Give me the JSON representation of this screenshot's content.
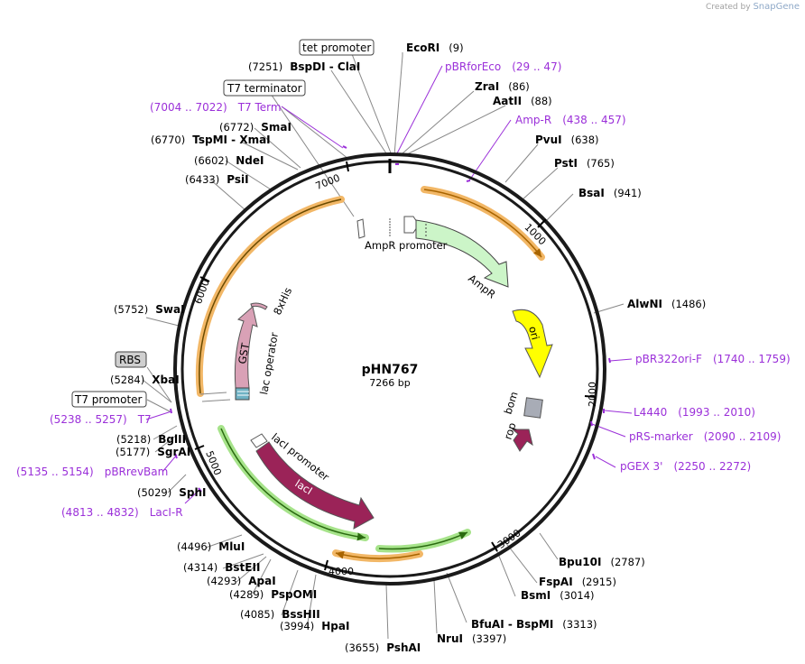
{
  "credit": {
    "prefix": "Created by",
    "brand": "SnapGene"
  },
  "plasmid": {
    "name": "pHN767",
    "size": "7266 bp",
    "length": 7266
  },
  "colors": {
    "backbone": "#1a1a1a",
    "primer": "#9b30d9",
    "orange": "#f2b766",
    "green": "#a6e38a"
  },
  "ticks": [
    "1000",
    "2000",
    "3000",
    "4000",
    "5000",
    "6000",
    "7000"
  ],
  "enzymes": [
    {
      "name": "EcoRI",
      "pos": "(9)",
      "side": "R"
    },
    {
      "name": "ZraI",
      "pos": "(86)",
      "side": "R"
    },
    {
      "name": "AatII",
      "pos": "(88)",
      "side": "R"
    },
    {
      "name": "PvuI",
      "pos": "(638)",
      "side": "R"
    },
    {
      "name": "PstI",
      "pos": "(765)",
      "side": "R"
    },
    {
      "name": "BsaI",
      "pos": "(941)",
      "side": "R"
    },
    {
      "name": "AlwNI",
      "pos": "(1486)",
      "side": "R"
    },
    {
      "name": "Bpu10I",
      "pos": "(2787)",
      "side": "R"
    },
    {
      "name": "FspAI",
      "pos": "(2915)",
      "side": "R"
    },
    {
      "name": "BsmI",
      "pos": "(3014)",
      "side": "R"
    },
    {
      "name": "BfuAI - BspMI",
      "pos": "(3313)",
      "side": "R"
    },
    {
      "name": "NruI",
      "pos": "(3397)",
      "side": "R"
    },
    {
      "name": "PshAI",
      "pos": "(3655)",
      "side": "L"
    },
    {
      "name": "HpaI",
      "pos": "(3994)",
      "side": "L"
    },
    {
      "name": "BssHII",
      "pos": "(4085)",
      "side": "L"
    },
    {
      "name": "PspOMI",
      "pos": "(4289)",
      "side": "L"
    },
    {
      "name": "ApaI",
      "pos": "(4293)",
      "side": "L"
    },
    {
      "name": "BstEII",
      "pos": "(4314)",
      "side": "L"
    },
    {
      "name": "MluI",
      "pos": "(4496)",
      "side": "L"
    },
    {
      "name": "SphI",
      "pos": "(5029)",
      "side": "L"
    },
    {
      "name": "SgrAI",
      "pos": "(5177)",
      "side": "L"
    },
    {
      "name": "BglII",
      "pos": "(5218)",
      "side": "L"
    },
    {
      "name": "XbaI",
      "pos": "(5284)",
      "side": "L"
    },
    {
      "name": "SwaI",
      "pos": "(5752)",
      "side": "L"
    },
    {
      "name": "PsiI",
      "pos": "(6433)",
      "side": "L"
    },
    {
      "name": "NdeI",
      "pos": "(6602)",
      "side": "L"
    },
    {
      "name": "TspMI - XmaI",
      "pos": "(6770)",
      "side": "L"
    },
    {
      "name": "SmaI",
      "pos": "(6772)",
      "side": "L"
    },
    {
      "name": "BspDI - ClaI",
      "pos": "(7251)",
      "side": "L"
    }
  ],
  "primers": [
    {
      "name": "pBRforEco",
      "range": "(29 .. 47)",
      "side": "R"
    },
    {
      "name": "Amp-R",
      "range": "(438 .. 457)",
      "side": "R"
    },
    {
      "name": "pBR322ori-F",
      "range": "(1740 .. 1759)",
      "side": "R"
    },
    {
      "name": "L4440",
      "range": "(1993 .. 2010)",
      "side": "R"
    },
    {
      "name": "pRS-marker",
      "range": "(2090 .. 2109)",
      "side": "R"
    },
    {
      "name": "pGEX 3'",
      "range": "(2250 .. 2272)",
      "side": "R"
    },
    {
      "name": "LacI-R",
      "range": "(4813 .. 4832)",
      "side": "L"
    },
    {
      "name": "pBRrevBam",
      "range": "(5135 .. 5154)",
      "side": "L"
    },
    {
      "name": "T7",
      "range": "(5238 .. 5257)",
      "side": "L"
    },
    {
      "name": "T7 Term",
      "range": "(7004 .. 7022)",
      "side": "L"
    }
  ],
  "boxed_features": [
    "tet promoter",
    "T7 terminator",
    "RBS",
    "T7 promoter"
  ],
  "features": [
    "AmpR promoter",
    "AmpR",
    "ori",
    "bom",
    "rop",
    "lacI",
    "lacI promoter",
    "lac operator",
    "GST",
    "8xHis"
  ]
}
